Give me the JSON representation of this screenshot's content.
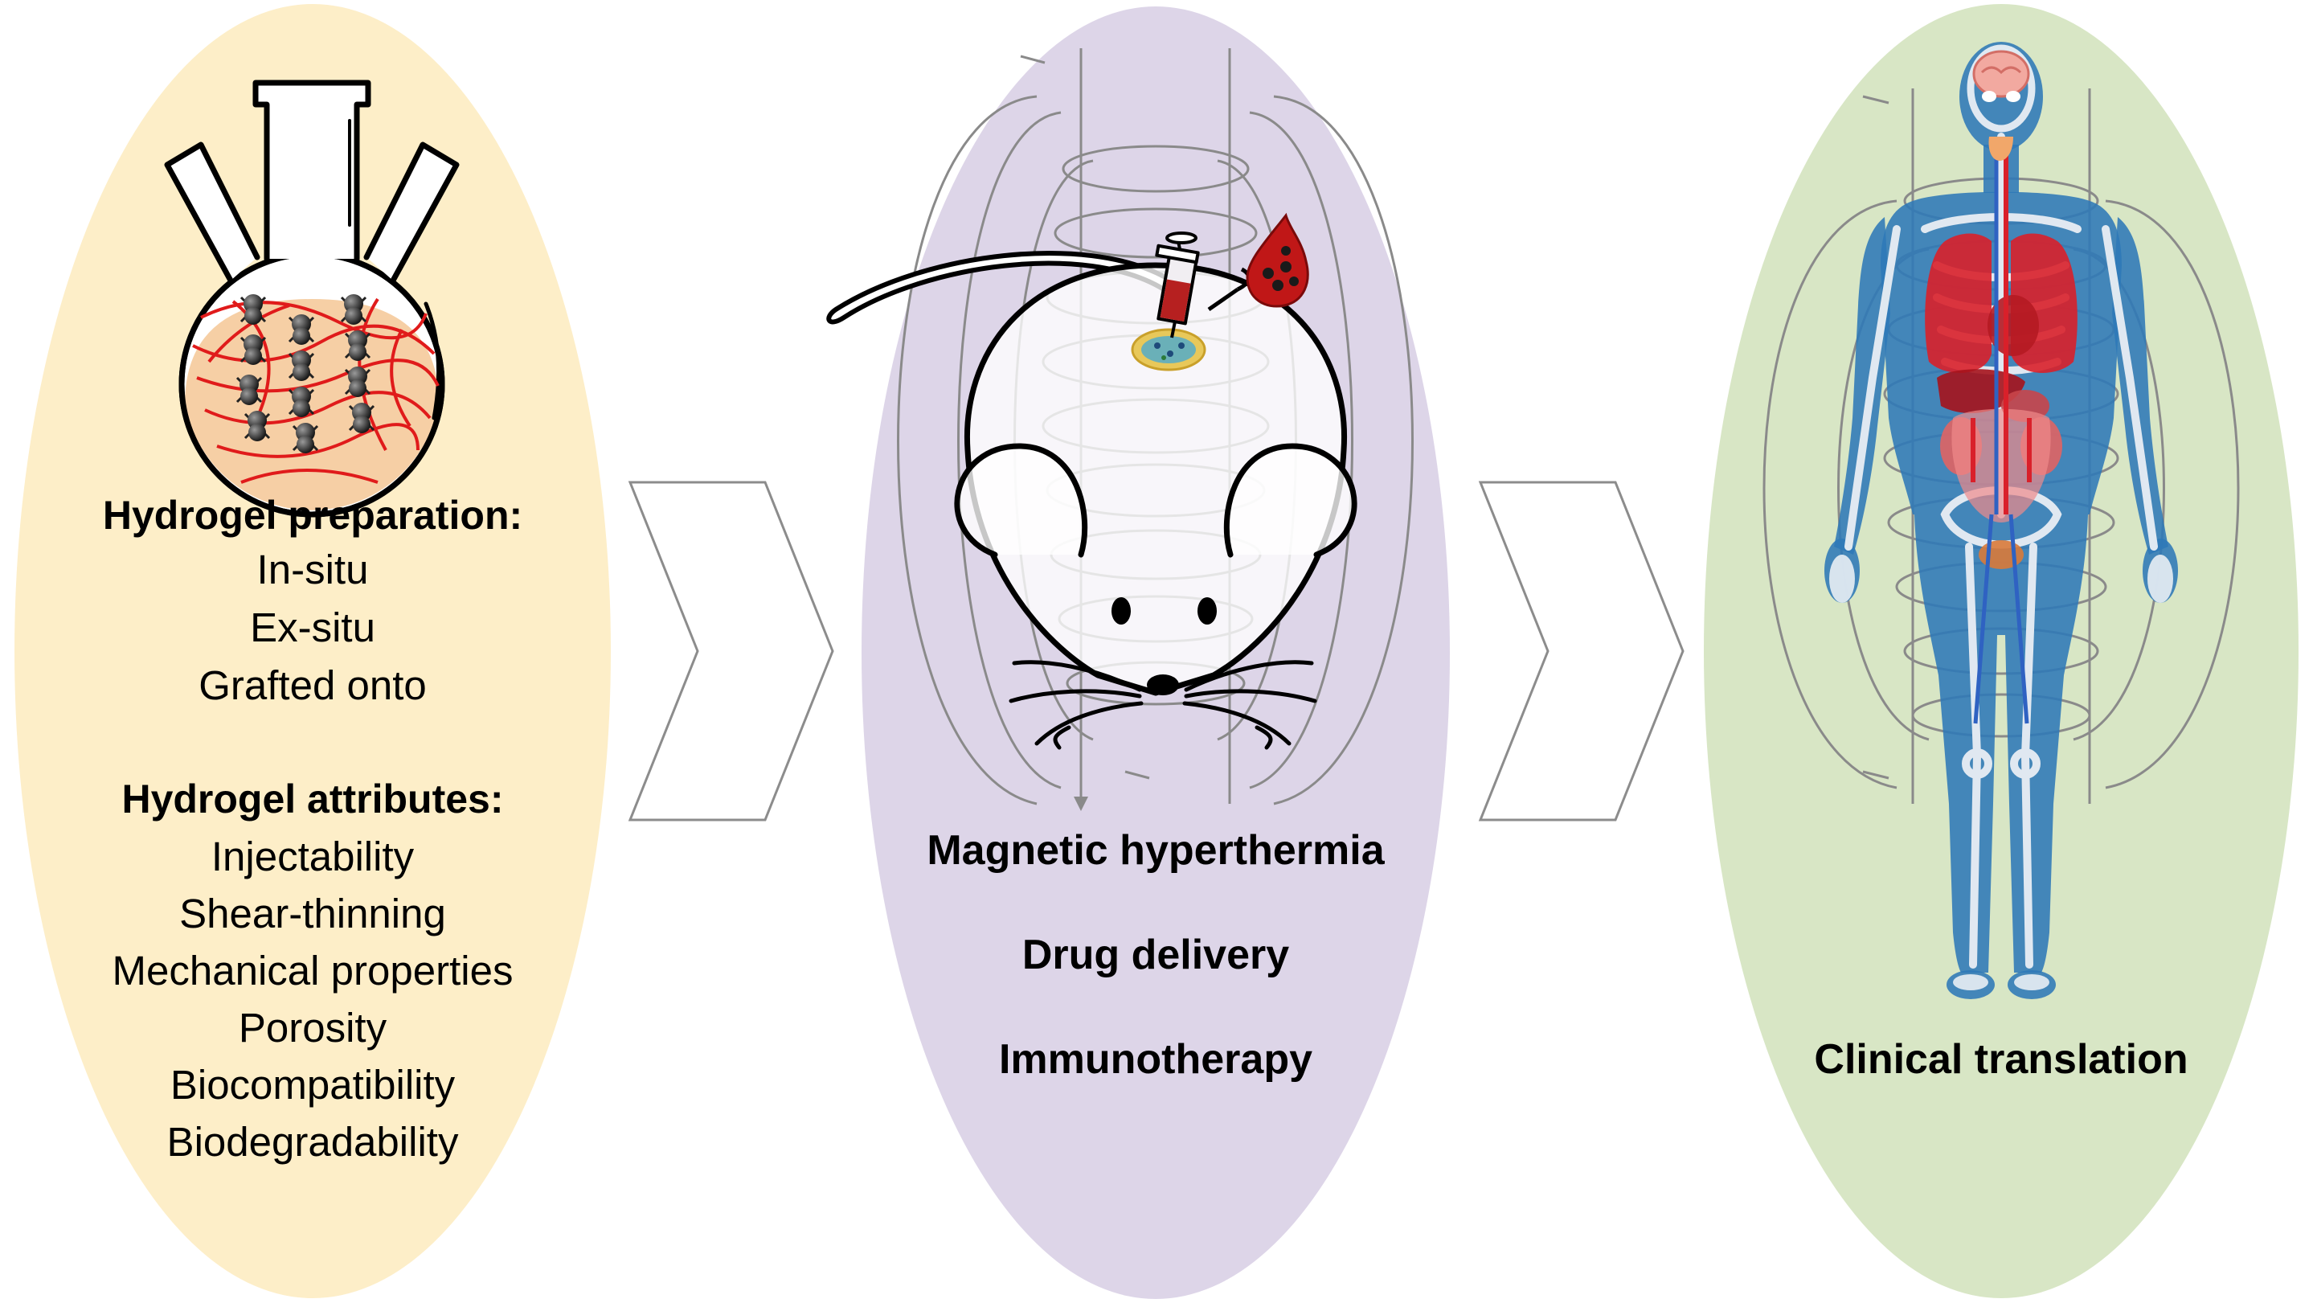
{
  "panel_left": {
    "heading_preparation": "Hydrogel preparation:",
    "preparation_items": [
      "In-situ",
      "Ex-situ",
      "Grafted onto"
    ],
    "heading_attributes": "Hydrogel attributes:",
    "attribute_items": [
      "Injectability",
      "Shear-thinning",
      "Mechanical properties",
      "Porosity",
      "Biocompatibility",
      "Biodegradability"
    ]
  },
  "panel_middle": {
    "applications": [
      "Magnetic hyperthermia",
      "Drug delivery",
      "Immunotherapy"
    ]
  },
  "panel_right": {
    "label": "Clinical translation"
  },
  "colors": {
    "left_panel": "#fdeec8",
    "middle_panel": "#ddd5e8",
    "right_panel": "#d8e6c5",
    "flask_fill": "#f6cfa5",
    "polymer_strand": "#e01b1b",
    "field_lines": "#8a8a8a",
    "body_skin": "#2e79b7",
    "organs": "#d9202a",
    "blood_drop": "#c01717"
  }
}
